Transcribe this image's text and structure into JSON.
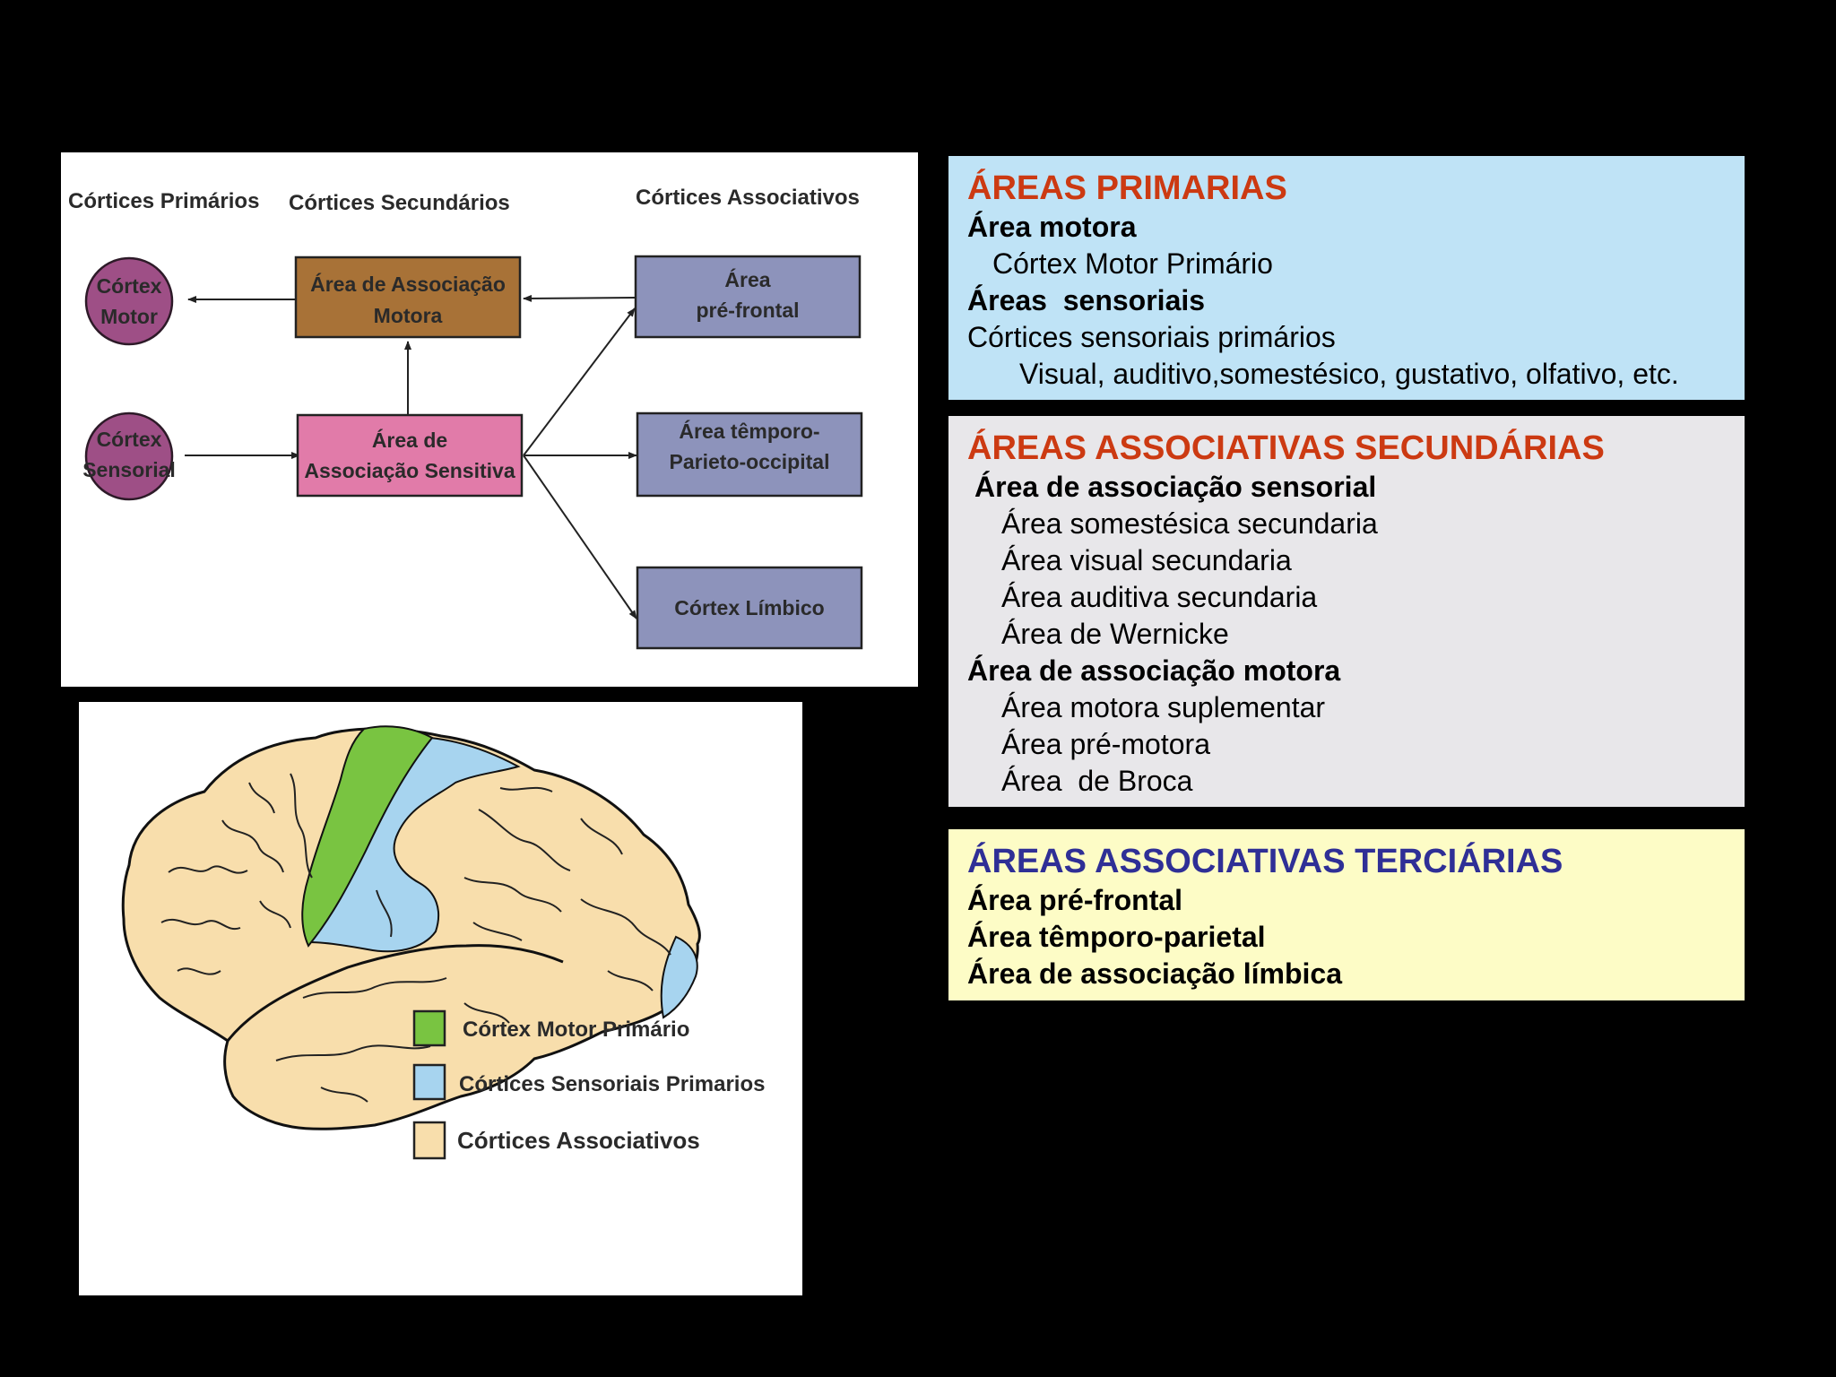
{
  "flowchart": {
    "headers": {
      "primary": "Córtices Primários",
      "secondary": "Córtices Secundários",
      "associative": "Córtices Associativos"
    },
    "nodes": {
      "cortex_motor": [
        "Córtex",
        "Motor"
      ],
      "cortex_sensorial": [
        "Córtex",
        "Sensorial"
      ],
      "assoc_motora": [
        "Área de Associação",
        "Motora"
      ],
      "assoc_sensitiva": [
        "Área de",
        "Associação Sensitiva"
      ],
      "prefrontal": [
        "Área",
        "pré-frontal"
      ],
      "temporo": [
        "Área têmporo-",
        "Parieto-occipital"
      ],
      "limbico": [
        "Córtex Límbico"
      ]
    },
    "colors": {
      "circle": "#9e4f86",
      "motora": "#a87237",
      "sensitiva": "#e17ba9",
      "assoc": "#8d93bb"
    }
  },
  "brain": {
    "legend": [
      {
        "label": "Córtex Motor Primário",
        "color": "#79c441"
      },
      {
        "label": "Córtices Sensoriais Primarios",
        "color": "#a7d4ef"
      },
      {
        "label": "Córtices Associativos",
        "color": "#f8deac"
      }
    ]
  },
  "primary": {
    "title": "ÁREAS PRIMARIAS",
    "title_color": "#cc3a12",
    "lines": [
      "Área motora",
      "Córtex Motor Primário",
      "Áreas  sensoriais",
      "Córtices sensoriais primários",
      "Visual, auditivo,somestésico, gustativo, olfativo, etc."
    ]
  },
  "secondary": {
    "title": "ÁREAS ASSOCIATIVAS SECUNDÁRIAS",
    "title_color": "#cc3a12",
    "lines": [
      "Área de associação sensorial",
      "Área somestésica secundaria",
      "Área visual secundaria",
      "Área auditiva secundaria",
      "Área de Wernicke",
      "Área de associação motora",
      "Área motora suplementar",
      "Área pré-motora",
      "Área  de Broca"
    ]
  },
  "tertiary": {
    "title": "ÁREAS ASSOCIATIVAS TERCIÁRIAS",
    "title_color": "#2f2f96",
    "lines": [
      "Área pré-frontal",
      "Área têmporo-parietal",
      "Área de associação límbica"
    ]
  }
}
